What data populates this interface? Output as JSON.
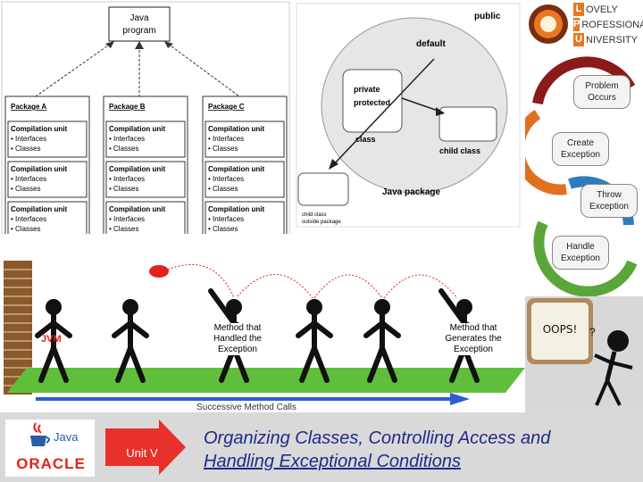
{
  "package_diagram": {
    "root": "Java\nprogram",
    "packages": [
      {
        "label": "Package A",
        "units": [
          {
            "title": "Compilation unit",
            "items": [
              "• Interfaces",
              "• Classes"
            ]
          },
          {
            "title": "Compilation unit",
            "items": [
              "• Interfaces",
              "• Classes"
            ]
          },
          {
            "title": "Compilation unit",
            "items": [
              "• Interfaces",
              "• Classes"
            ]
          }
        ]
      },
      {
        "label": "Package B",
        "units": [
          {
            "title": "Compilation unit",
            "items": [
              "• Interfaces",
              "• Classes"
            ]
          },
          {
            "title": "Compilation unit",
            "items": [
              "• Interfaces",
              "• Classes"
            ]
          },
          {
            "title": "Compilation unit",
            "items": [
              "• Interfaces",
              "• Classes"
            ]
          }
        ]
      },
      {
        "label": "Package C",
        "units": [
          {
            "title": "Compilation unit",
            "items": [
              "• Interfaces",
              "• Classes"
            ]
          },
          {
            "title": "Compilation unit",
            "items": [
              "• Interfaces",
              "• Classes"
            ]
          },
          {
            "title": "Compilation unit",
            "items": [
              "• Interfaces",
              "• Classes"
            ]
          }
        ]
      }
    ]
  },
  "access_diagram": {
    "public": "public",
    "default": "default",
    "private_protected": [
      "private",
      "protected"
    ],
    "class": "class",
    "child_class": "child class",
    "java_package": "Java package",
    "child_outside": [
      "child class",
      "outside package"
    ]
  },
  "university": {
    "lines": [
      {
        "initial": "L",
        "rest": "OVELY"
      },
      {
        "initial": "P",
        "rest": "ROFESSIONAL"
      },
      {
        "initial": "U",
        "rest": "NIVERSITY"
      }
    ]
  },
  "exception_cycle": {
    "steps": [
      {
        "text": "Problem\nOccurs",
        "color": "#8b1a1a"
      },
      {
        "text": "Create\nException",
        "color": "#d0661a"
      },
      {
        "text": "Throw\nException",
        "color": "#2f7bbf"
      },
      {
        "text": "Handle\nException",
        "color": "#5aa63a"
      }
    ]
  },
  "method_calls": {
    "jvm": "JVM",
    "handled": "Method that\nHandled the\nException",
    "generates": "Method that\nGenerates the\nException",
    "arrow": "Successive Method Calls"
  },
  "oops": "OOPS!",
  "footer": {
    "java": "Java",
    "oracle": "ORACLE",
    "unit": "Unit V",
    "title_line1": "Organizing Classes, Controlling Access and",
    "title_line2": "Handling Exceptional Conditions"
  },
  "colors": {
    "lpu_orange": "#e87722",
    "oracle_red": "#e2231a",
    "unit_arrow": "#e8312a",
    "footer_text": "#1f2a8a",
    "grass": "#5fbf3a"
  }
}
